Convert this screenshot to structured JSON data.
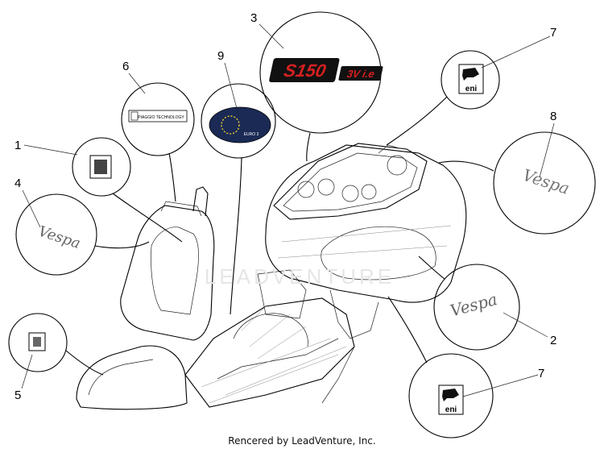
{
  "labels": {
    "part1": "1",
    "part2": "2",
    "part3": "3",
    "part4": "4",
    "part5": "5",
    "part6": "6",
    "part7a": "7",
    "part7b": "7",
    "part8": "8",
    "part9": "9"
  },
  "decals": {
    "model_badge": "S150",
    "model_suffix": "3V i.e",
    "brand_script": "Vespa",
    "fuel_brand": "eni",
    "euro_label": "EURO 3",
    "tech_label": "PIAGGIO TECHNOLOGY"
  },
  "watermark": "LEADVENTURE",
  "footer": "Rencered by LeadVenture, Inc."
}
